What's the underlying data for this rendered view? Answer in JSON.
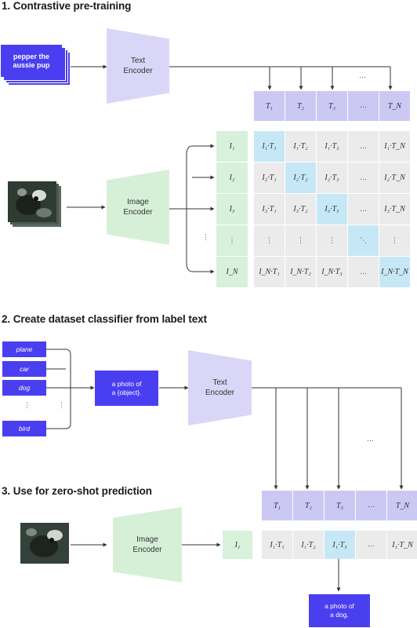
{
  "section1": {
    "title": "1. Contrastive pre-training",
    "input_text": "pepper the\naussie pup",
    "text_encoder": "Text\nEncoder",
    "image_encoder": "Image\nEncoder",
    "text_tokens": [
      "T₁",
      "T₂",
      "T₃",
      "…",
      "T_N"
    ],
    "image_tokens": [
      "I₁",
      "I₂",
      "I₃",
      "⋮",
      "I_N"
    ],
    "matrix": [
      [
        "I₁·T₁",
        "I₁·T₂",
        "I₁·T₃",
        "…",
        "I₁·T_N"
      ],
      [
        "I₂·T₁",
        "I₂·T₂",
        "I₂·T₃",
        "…",
        "I₂·T_N"
      ],
      [
        "I₃·T₁",
        "I₃·T₂",
        "I₃·T₃",
        "…",
        "I₃·T_N"
      ],
      [
        "⋮",
        "⋮",
        "⋮",
        "⋱",
        "⋮"
      ],
      [
        "I_N·T₁",
        "I_N·T₂",
        "I_N·T₃",
        "…",
        "I_N·T_N"
      ]
    ],
    "ellipsis_top": "…",
    "ellipsis_side": "⋮"
  },
  "section2": {
    "title": "2. Create dataset classifier from label text",
    "labels": [
      "plane",
      "car",
      "dog",
      "bird"
    ],
    "vdots": "⋮",
    "template": "a photo of\na {object}.",
    "text_encoder": "Text\nEncoder",
    "ellipsis": "…"
  },
  "section3": {
    "title": "3. Use for zero-shot prediction",
    "image_encoder": "Image\nEncoder",
    "image_token": "I₁",
    "text_tokens": [
      "T₁",
      "T₂",
      "T₃",
      "…",
      "T_N"
    ],
    "scores": [
      "I₁·T₁",
      "I₁·T₂",
      "I₁·T₃",
      "…",
      "I₁·T_N"
    ],
    "prediction": "a photo of\na dog."
  },
  "colors": {
    "text_encoder": "#d9d6f7",
    "image_encoder": "#d6f0d8",
    "accent": "#4a3ff0",
    "diag_highlight": "#c6e8f6"
  }
}
